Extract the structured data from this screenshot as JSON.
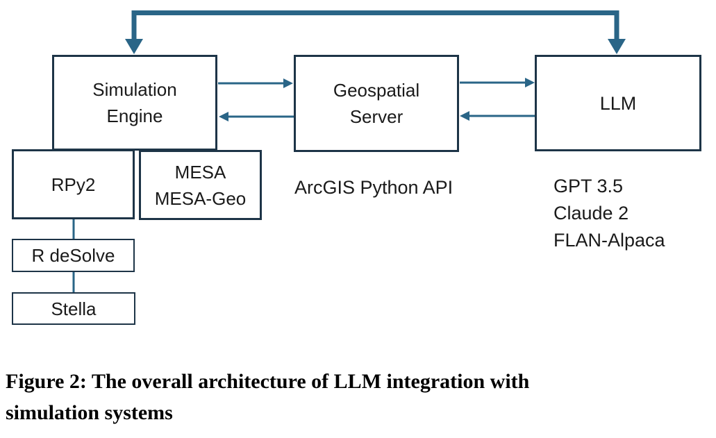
{
  "colors": {
    "arrow_blue": "#2a6587",
    "box_border": "#1d3447",
    "label_text": "#1a1a1a",
    "caption_text": "#000000",
    "background": "#ffffff"
  },
  "diagram": {
    "nodes": {
      "simulation_engine": {
        "lines": [
          "Simulation",
          "Engine"
        ]
      },
      "geospatial_server": {
        "lines": [
          "Geospatial",
          "Server"
        ]
      },
      "llm": {
        "label": "LLM"
      },
      "rpy2": {
        "label": "RPy2"
      },
      "mesa": {
        "lines": [
          "MESA",
          "MESA-Geo"
        ]
      },
      "r_desolve": {
        "label": "R deSolve"
      },
      "stella": {
        "label": "Stella"
      }
    },
    "annotations": {
      "geospatial_library": "ArcGIS Python API",
      "llm_models": [
        "GPT 3.5",
        "Claude 2",
        "FLAN-Alpaca"
      ]
    }
  },
  "caption": {
    "lines": [
      "Figure 2: The overall architecture of LLM integration with",
      "simulation systems"
    ]
  }
}
